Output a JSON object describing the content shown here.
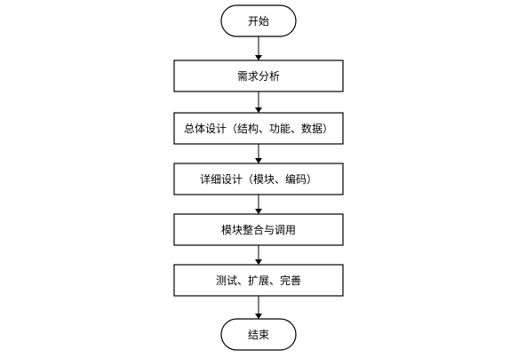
{
  "diagram": {
    "start": {
      "label": "开始"
    },
    "steps": [
      {
        "label": "需求分析"
      },
      {
        "label": "总体设计（结构、功能、数据）"
      },
      {
        "label": "详细设计（模块、编码）"
      },
      {
        "label": "模块整合与调用"
      },
      {
        "label": "测试、扩展、完善"
      }
    ],
    "end": {
      "label": "结束"
    },
    "colors": {
      "stroke": "#000000",
      "fill": "#ffffff",
      "text": "#000000"
    }
  }
}
